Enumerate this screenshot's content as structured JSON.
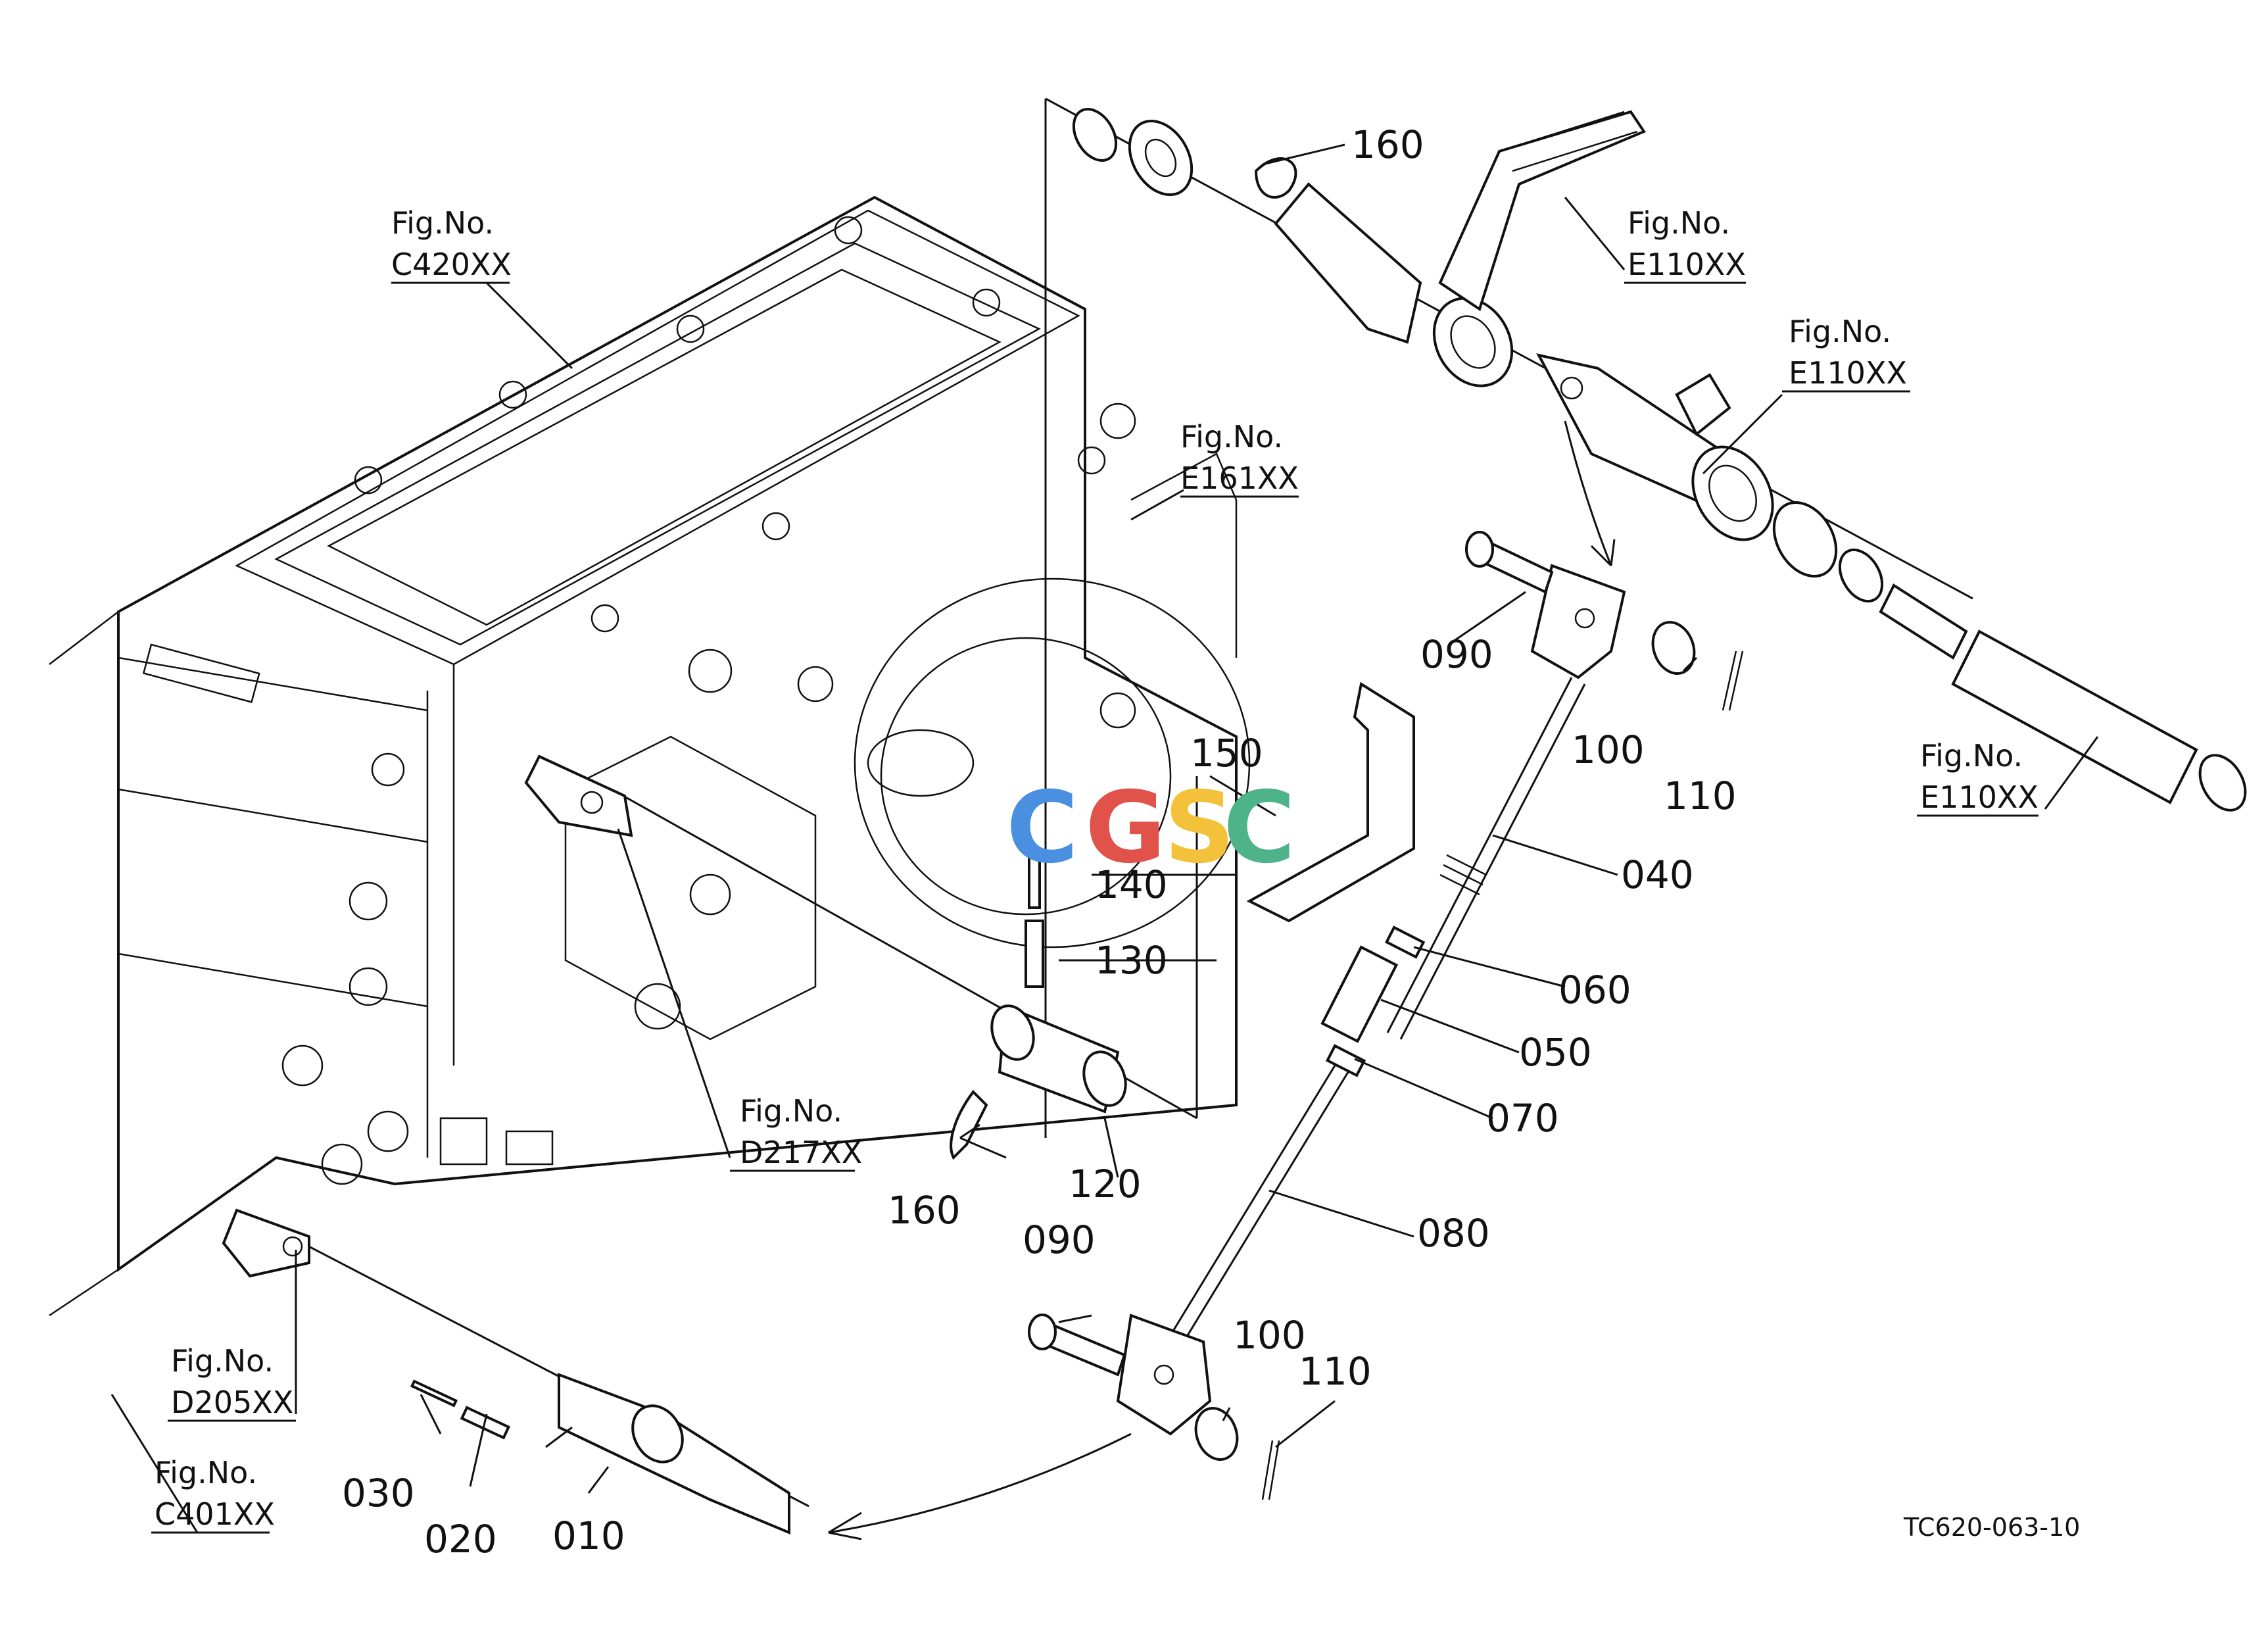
{
  "figure_code": "TC620-063-10",
  "watermark": {
    "text": "CGSC",
    "colors": [
      "#4a8fe0",
      "#e0524a",
      "#f3c23a",
      "#4fb38a"
    ]
  },
  "part_labels": {
    "p010": "010",
    "p020": "020",
    "p030": "030",
    "p040": "040",
    "p050": "050",
    "p060": "060",
    "p070": "070",
    "p080": "080",
    "p090a": "090",
    "p090b": "090",
    "p100a": "100",
    "p100b": "100",
    "p110a": "110",
    "p110b": "110",
    "p120": "120",
    "p130": "130",
    "p140": "140",
    "p150": "150",
    "p160a": "160",
    "p160b": "160"
  },
  "fig_refs": {
    "c420": {
      "title": "Fig.No.",
      "code": "C420XX"
    },
    "e161": {
      "title": "Fig.No.",
      "code": "E161XX"
    },
    "d217": {
      "title": "Fig.No.",
      "code": "D217XX"
    },
    "d205": {
      "title": "Fig.No.",
      "code": "D205XX"
    },
    "c401": {
      "title": "Fig.No.",
      "code": "C401XX"
    },
    "e110a": {
      "title": "Fig.No.",
      "code": "E110XX"
    },
    "e110b": {
      "title": "Fig.No.",
      "code": "E110XX"
    },
    "e110c": {
      "title": "Fig.No.",
      "code": "E110XX"
    }
  }
}
